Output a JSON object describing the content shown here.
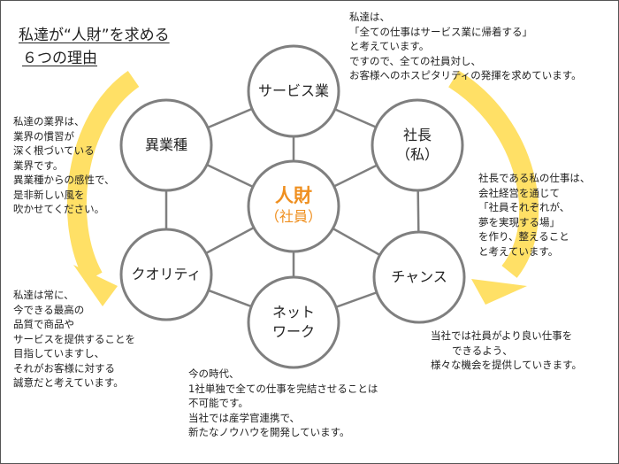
{
  "title": [
    "私達が“人財”を求める",
    "６つの理由"
  ],
  "colors": {
    "arrow": "#ffe066",
    "circle_stroke": "#7f7f7f",
    "spoke": "#7f7f7f",
    "center_text": "#ef8f1f"
  },
  "center": {
    "main": "人財",
    "sub": "（社員）"
  },
  "nodes": {
    "service": {
      "lines": [
        "サービス業"
      ]
    },
    "president": {
      "lines": [
        "社長",
        "（私）"
      ]
    },
    "chance": {
      "lines": [
        "チャンス"
      ]
    },
    "network": {
      "lines": [
        "ネット",
        "ワーク"
      ]
    },
    "quality": {
      "lines": [
        "クオリティ"
      ]
    },
    "other_industry": {
      "lines": [
        "異業種"
      ]
    }
  },
  "notes": {
    "service": [
      "私達は、",
      "「全ての仕事はサービス業に帰着する」",
      "と考えています。",
      "ですので、全ての社員対し、",
      "お客様へのホスピタリティの発揮を求めています。"
    ],
    "president": [
      "社長である私の仕事は、",
      "会社経営を通じて",
      "「社員それぞれが、",
      "夢を実現する場」",
      "を作り、整えること",
      "と考えています。"
    ],
    "chance": [
      "当社では社員がより良い仕事を",
      "できるよう、",
      "様々な機会を提供していきます。"
    ],
    "network": [
      "今の時代、",
      "1社単独で全ての仕事を完結させることは",
      "不可能です。",
      "当社では産学官連携で、",
      "新たなノウハウを開発しています。"
    ],
    "quality": [
      "私達は常に、",
      "今できる最高の",
      "品質で商品や",
      "サービスを提供することを",
      "目指していますし、",
      "それがお客様に対する",
      "誠意だと考えています。"
    ],
    "other_industry": [
      "私達の業界は、",
      "業界の慣習が",
      "深く根づいている",
      "業界です。",
      "異業種からの感性で、",
      "是非新しい風を",
      "吹かせてください。"
    ]
  }
}
